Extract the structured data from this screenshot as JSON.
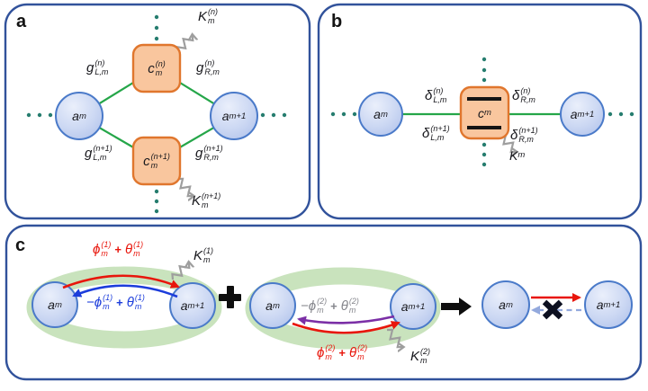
{
  "figure": {
    "panel_a": {
      "tag": "a",
      "node_left": {
        "base": "a",
        "sub": "m"
      },
      "node_right": {
        "base": "a",
        "sub": "m+1"
      },
      "cavity_top": {
        "base": "c",
        "sup": "(n)",
        "sub": "m"
      },
      "cavity_bottom": {
        "base": "c",
        "sup": "(n+1)",
        "sub": "m"
      },
      "g_top_left": {
        "base": "g",
        "sup": "(n)",
        "sub": "L,m"
      },
      "g_top_right": {
        "base": "g",
        "sup": "(n)",
        "sub": "R,m"
      },
      "g_bottom_left": {
        "base": "g",
        "sup": "(n+1)",
        "sub": "L,m"
      },
      "g_bottom_right": {
        "base": "g",
        "sup": "(n+1)",
        "sub": "R,m"
      },
      "k_top": {
        "base": "K",
        "sup": "(n)",
        "sub": "m"
      },
      "k_bottom": {
        "base": "K",
        "sup": "(n+1)",
        "sub": "m"
      }
    },
    "panel_b": {
      "tag": "b",
      "node_left": {
        "base": "a",
        "sub": "m"
      },
      "node_right": {
        "base": "a",
        "sub": "m+1"
      },
      "cavity": {
        "base": "c",
        "sub": "m"
      },
      "delta_top_left": {
        "base": "δ",
        "sup": "(n)",
        "sub": "L,m"
      },
      "delta_top_right": {
        "base": "δ",
        "sup": "(n)",
        "sub": "R,m"
      },
      "delta_bottom_left": {
        "base": "δ",
        "sup": "(n+1)",
        "sub": "L,m"
      },
      "delta_bottom_right": {
        "base": "δ",
        "sup": "(n+1)",
        "sub": "R,m"
      },
      "k": {
        "base": "K",
        "sub": "m"
      }
    },
    "panel_c": {
      "tag": "c",
      "d1": {
        "node_left": {
          "base": "a",
          "sub": "m"
        },
        "node_right": {
          "base": "a",
          "sub": "m+1"
        },
        "phi_fwd": {
          "base": "ϕ",
          "sup": "(1)",
          "sub": "m"
        },
        "plus_fwd": "+",
        "theta_fwd": {
          "base": "θ",
          "sup": "(1)",
          "sub": "m"
        },
        "phi_bwd": {
          "base": "−ϕ",
          "sup": "(1)",
          "sub": "m"
        },
        "plus_bwd": "+",
        "theta_bwd": {
          "base": "θ",
          "sup": "(1)",
          "sub": "m"
        },
        "k": {
          "base": "K",
          "sup": "(1)",
          "sub": "m"
        }
      },
      "plus_operator": "+",
      "d2": {
        "node_left": {
          "base": "a",
          "sub": "m"
        },
        "node_right": {
          "base": "a",
          "sub": "m+1"
        },
        "phi_bwd": {
          "base": "−ϕ",
          "sup": "(2)",
          "sub": "m"
        },
        "plus_bwd": "+",
        "theta_bwd": {
          "base": "θ",
          "sup": "(2)",
          "sub": "m"
        },
        "phi_fwd": {
          "base": "ϕ",
          "sup": "(2)",
          "sub": "m"
        },
        "plus_fwd": "+",
        "theta_fwd": {
          "base": "θ",
          "sup": "(2)",
          "sub": "m"
        },
        "k": {
          "base": "K",
          "sup": "(2)",
          "sub": "m"
        }
      },
      "result_arrow": "→",
      "cancel_mark": "✕",
      "d3": {
        "node_left": {
          "base": "a",
          "sub": "m"
        },
        "node_right": {
          "base": "a",
          "sub": "m+1"
        }
      }
    },
    "colors": {
      "panel_border": "#31529b",
      "node_fill": "#c9d6f2",
      "node_stroke": "#4a7ac9",
      "cavity_fill": "#f9c69e",
      "cavity_stroke": "#e0762d",
      "coupling_green": "#25a649",
      "dots_teal": "#267d6f",
      "band_green": "#c9e3bd",
      "arrow_red": "#e8160c",
      "arrow_blue": "#1c3ddb",
      "arrow_purple": "#7b2fa6",
      "arrow_dashed_blue": "#93a9dd",
      "label_gray": "#85868c",
      "spring_gray": "#9e9e9e"
    }
  }
}
